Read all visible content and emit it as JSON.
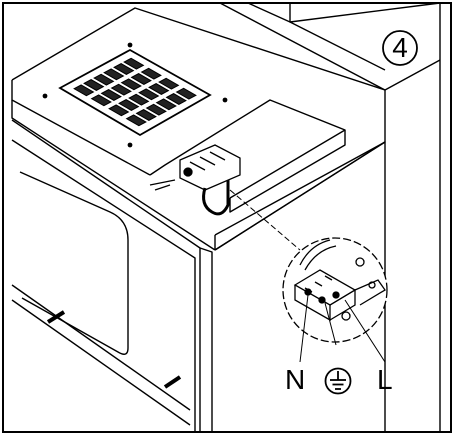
{
  "step": {
    "number": "4"
  },
  "wiring_labels": {
    "neutral": "N",
    "ground_icon": "ground-symbol-icon",
    "line": "L"
  },
  "colors": {
    "line": "#000000",
    "background": "#ffffff"
  }
}
